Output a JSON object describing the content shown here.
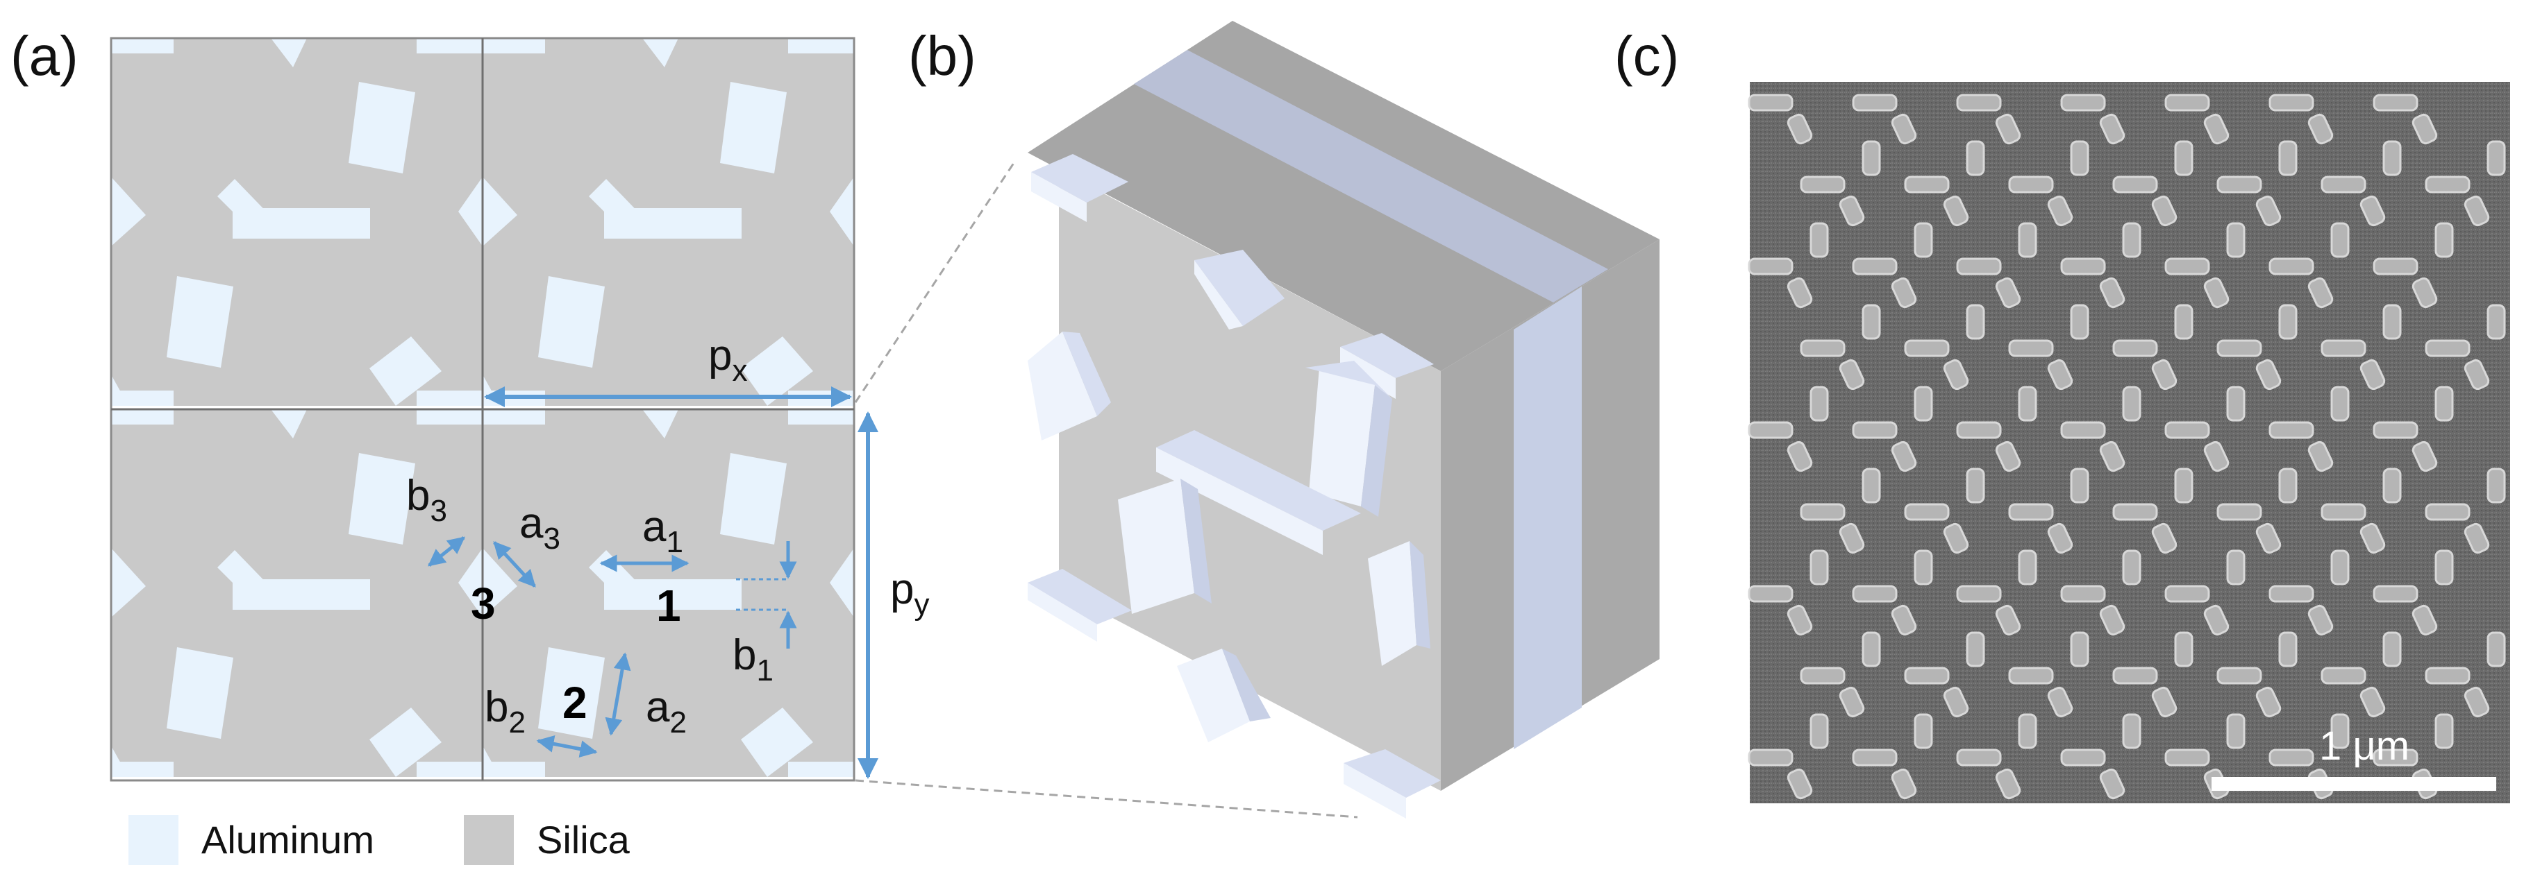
{
  "panels": {
    "a": {
      "label": "(a)"
    },
    "b": {
      "label": "(b)"
    },
    "c": {
      "label": "(c)"
    }
  },
  "dimensions": {
    "px": {
      "main": "p",
      "sub": "x"
    },
    "py": {
      "main": "p",
      "sub": "y"
    },
    "a1": {
      "main": "a",
      "sub": "1"
    },
    "a2": {
      "main": "a",
      "sub": "2"
    },
    "a3": {
      "main": "a",
      "sub": "3"
    },
    "b1": {
      "main": "b",
      "sub": "1"
    },
    "b2": {
      "main": "b",
      "sub": "2"
    },
    "b3": {
      "main": "b",
      "sub": "3"
    }
  },
  "particles": {
    "p1": "1",
    "p2": "2",
    "p3": "3"
  },
  "legend": {
    "aluminum": {
      "label": "Aluminum",
      "color": "#e8f3fd"
    },
    "silica": {
      "label": "Silica",
      "color": "#c9c9c9"
    }
  },
  "sem": {
    "scale_bar": "1 μm"
  },
  "colors": {
    "arrow": "#5b9bd5",
    "silica_dark": "#a6a6a6",
    "sem_background": "#6a6a6a"
  }
}
